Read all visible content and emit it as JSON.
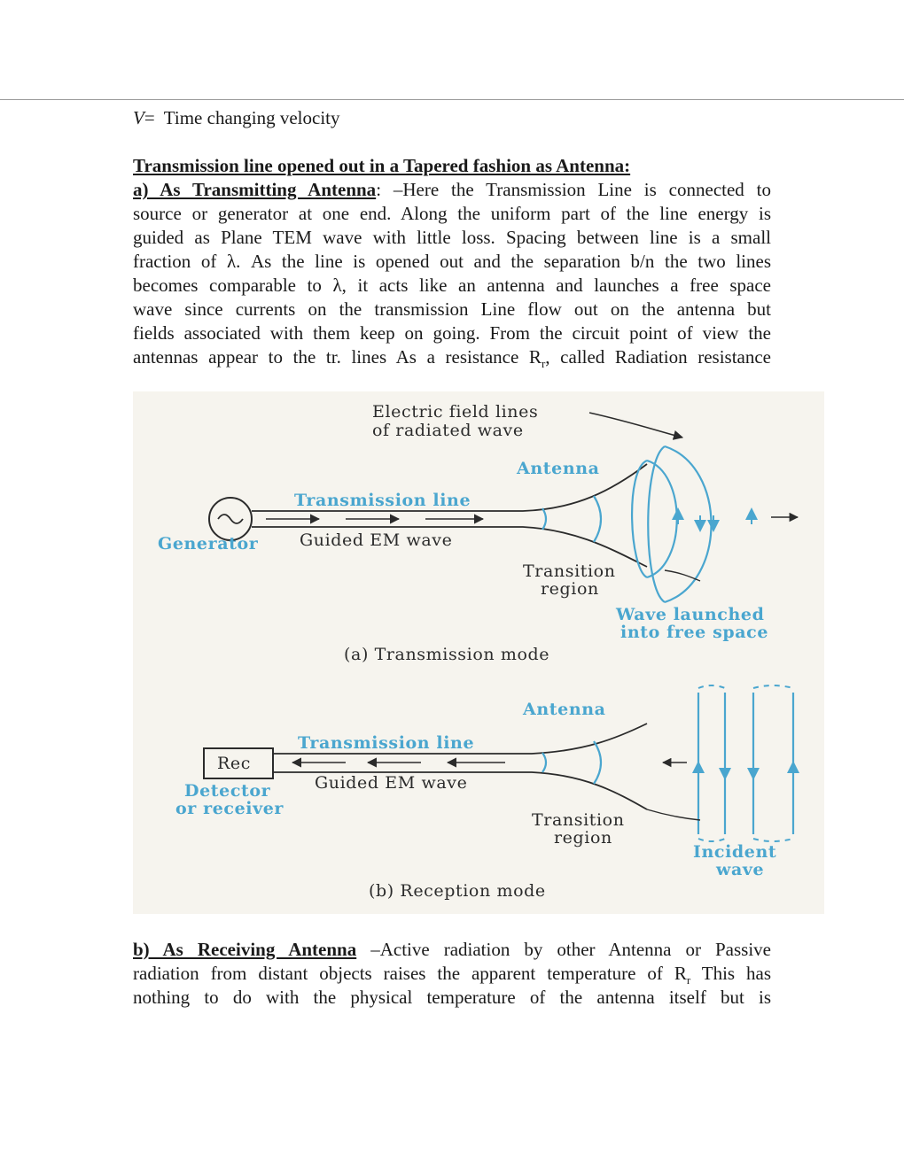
{
  "line1": {
    "var": "V",
    "eq": "=",
    "rest": "Time changing velocity"
  },
  "heading": "Transmission line opened out in a Tapered fashion as Antenna:",
  "section_a": {
    "label": "a) As Transmitting Antenna",
    "lines": [
      ": –Here the Transmission Line is connected to",
      "source or generator at one end. Along the uniform part of the line energy is",
      "guided as Plane TEM wave with little loss. Spacing between line is a small",
      "fraction of λ. As the line is opened out and the separation b/n the two lines",
      "becomes comparable to λ, it acts like an antenna and launches a free space",
      "wave since currents on the transmission Line flow out on the antenna but",
      "fields associated with them keep on going. From the circuit point of view the"
    ],
    "last_pre": "antennas appear to the tr. lines As a resistance R",
    "last_sub": "r",
    "last_post": ", called Radiation resistance"
  },
  "figure": {
    "efield_1": "Electric field lines",
    "efield_2": "of radiated wave",
    "antenna_a": "Antenna",
    "tline_a": "Transmission line",
    "generator": "Generator",
    "guided_a": "Guided EM wave",
    "transition_a_1": "Transition",
    "transition_a_2": "region",
    "launched_1": "Wave launched",
    "launched_2": "into free space",
    "caption_a": "(a)  Transmission mode",
    "antenna_b": "Antenna",
    "tline_b": "Transmission line",
    "rec": "Rec",
    "detector_1": "Detector",
    "detector_2": "or receiver",
    "guided_b": "Guided EM wave",
    "transition_b_1": "Transition",
    "transition_b_2": "region",
    "incident_1": "Incident",
    "incident_2": "wave",
    "caption_b": "(b)  Reception mode",
    "colors": {
      "accent": "#4aa6cf",
      "ink": "#2b2b2b",
      "paper": "#f6f4ee"
    }
  },
  "section_b": {
    "label": "b) As Receiving Antenna",
    "l1": " –Active radiation by other Antenna or Passive",
    "l2_pre": "radiation from distant objects raises the apparent temperature of R",
    "l2_sub": "r",
    "l2_post": " This has",
    "l3": "nothing to do with the physical temperature of the antenna itself but is"
  }
}
